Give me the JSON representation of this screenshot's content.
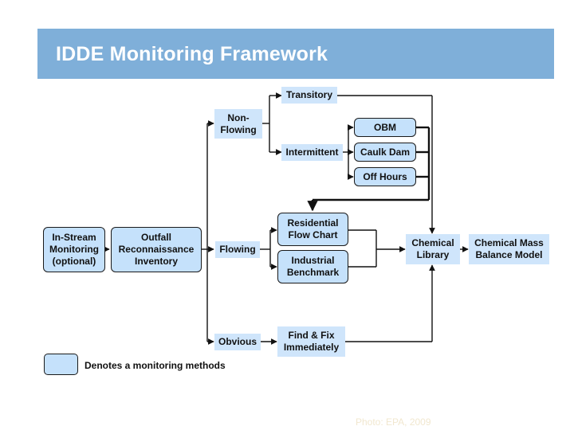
{
  "title": "IDDE Monitoring Framework",
  "nodes": {
    "in_stream": "In-Stream\nMonitoring\n(optional)",
    "outfall": "Outfall\nReconnaissance\nInventory",
    "non_flowing": "Non-\nFlowing",
    "flowing": "Flowing",
    "obvious": "Obvious",
    "transitory": "Transitory",
    "intermittent": "Intermittent",
    "obm": "OBM",
    "caulk_dam": "Caulk Dam",
    "off_hours": "Off Hours",
    "residential": "Residential\nFlow Chart",
    "industrial": "Industrial\nBenchmark",
    "find_fix": "Find & Fix\nImmediately",
    "chemical_library": "Chemical\nLibrary",
    "mass_balance": "Chemical Mass\nBalance Model"
  },
  "legend": {
    "text": "Denotes a monitoring methods"
  },
  "credit": "Photo: EPA, 2009",
  "colors": {
    "banner": "#7fafd9",
    "method_fill": "#c5e1fb",
    "label_fill": "#cfe5fb",
    "line": "#111111",
    "credit_text": "#f1e7cf"
  }
}
